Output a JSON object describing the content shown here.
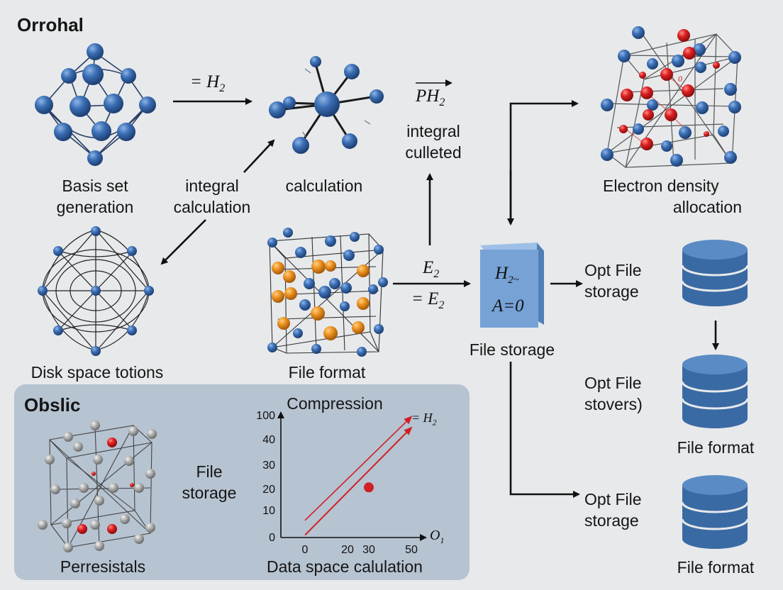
{
  "titles": {
    "top": "Orrohal",
    "panel": "Obslic"
  },
  "labels": {
    "basis_set_1": "Basis set",
    "basis_set_2": "generation",
    "integral_calc_1": "integral",
    "integral_calc_2": "calculation",
    "calculation": "calculation",
    "integral_culleted_1": "integral",
    "integral_culleted_2": "culleted",
    "electron_density_1": "Electron density",
    "electron_density_2": "allocation",
    "disk_space": "Disk space totions",
    "file_format_mid": "File format",
    "file_storage_center": "File storage",
    "opt_file_storage_1a": "Opt File",
    "opt_file_storage_1b": "storage",
    "opt_file_stovers_a": "Opt File",
    "opt_file_stovers_b": "stovers)",
    "opt_file_storage_2a": "Opt File",
    "opt_file_storage_2b": "storage",
    "file_format_right_1": "File format",
    "file_format_right_2": "File format",
    "file_storage_panel_1": "File",
    "file_storage_panel_2": "storage",
    "perresistals": "Perresistals",
    "data_space": "Data space calulation",
    "compression": "Compression"
  },
  "math": {
    "eq_h2": "= H",
    "eq_h2_sub": "2",
    "ph2": "PH",
    "ph2_sub": "2",
    "e2_top": "E",
    "e2_top_sub": "2",
    "e2_bottom": "= E",
    "e2_bottom_sub": "2",
    "box_h2": "H",
    "box_h2_sub": "2~",
    "box_a": "A=0"
  },
  "colors": {
    "atom_blue": "#2e5e9c",
    "atom_red": "#d01f25",
    "atom_orange": "#e48a1b",
    "atom_grey": "#a9a9a9",
    "db_blue": "#3a6aa4",
    "box_blue": "#6e9bd1",
    "panel": "#b6c3d1",
    "arrow_red": "#d01f25"
  },
  "chart_data": {
    "type": "line",
    "title": "Compression",
    "xlabel": "O1",
    "ylabel": "",
    "x_ticks": [
      0,
      20,
      30,
      50
    ],
    "y_ticks": [
      0,
      10,
      20,
      30,
      40,
      100
    ],
    "series": [
      {
        "name": "= H2",
        "points": [
          [
            0,
            7
          ],
          [
            50,
            97
          ]
        ]
      },
      {
        "name": "",
        "points": [
          [
            0,
            1
          ],
          [
            50,
            70
          ]
        ]
      }
    ],
    "highlight_point": [
      30,
      20.5
    ]
  }
}
